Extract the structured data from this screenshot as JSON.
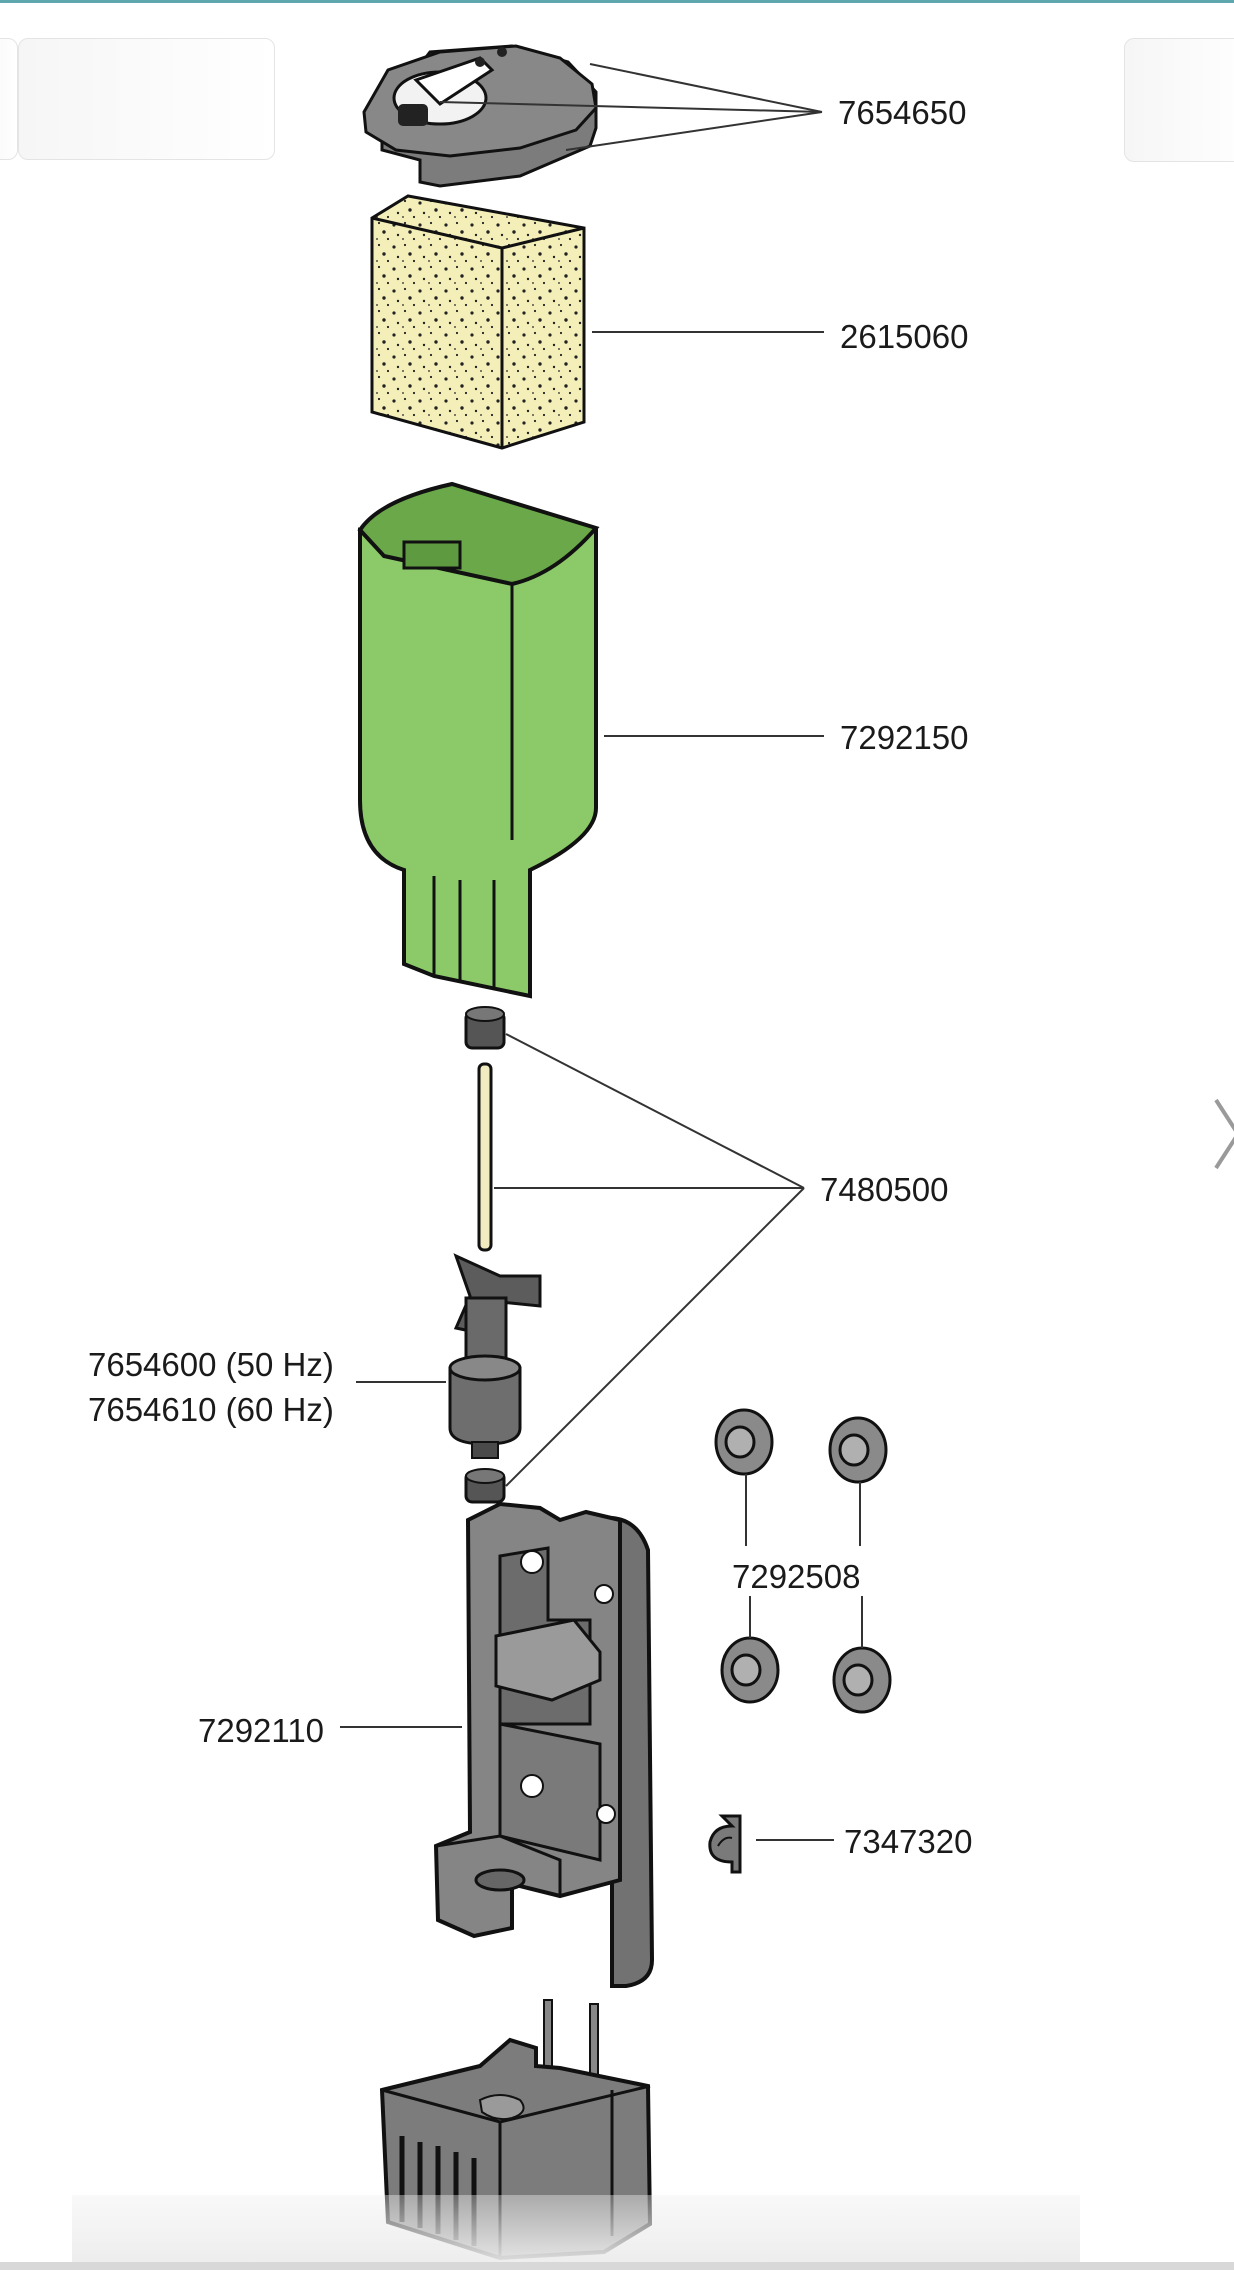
{
  "diagram": {
    "parts": [
      {
        "id": "lid",
        "number": "7654650"
      },
      {
        "id": "sponge",
        "number": "2615060"
      },
      {
        "id": "filter-housing",
        "number": "7292150"
      },
      {
        "id": "impeller-shaft-bearings",
        "number": "7480500"
      },
      {
        "id": "impeller",
        "number_lines": [
          "7654600 (50 Hz)",
          "7654610 (60 Hz)"
        ]
      },
      {
        "id": "suction-cups",
        "number": "7292508"
      },
      {
        "id": "motor-bracket",
        "number": "7292110"
      },
      {
        "id": "clip",
        "number": "7347320"
      }
    ]
  },
  "colors": {
    "sponge_fill": "#f4efb9",
    "housing_fill": "#8cc968",
    "part_gray": "#7c7c7c",
    "line_color": "#333333",
    "accent_rule": "#5fa7ae"
  }
}
